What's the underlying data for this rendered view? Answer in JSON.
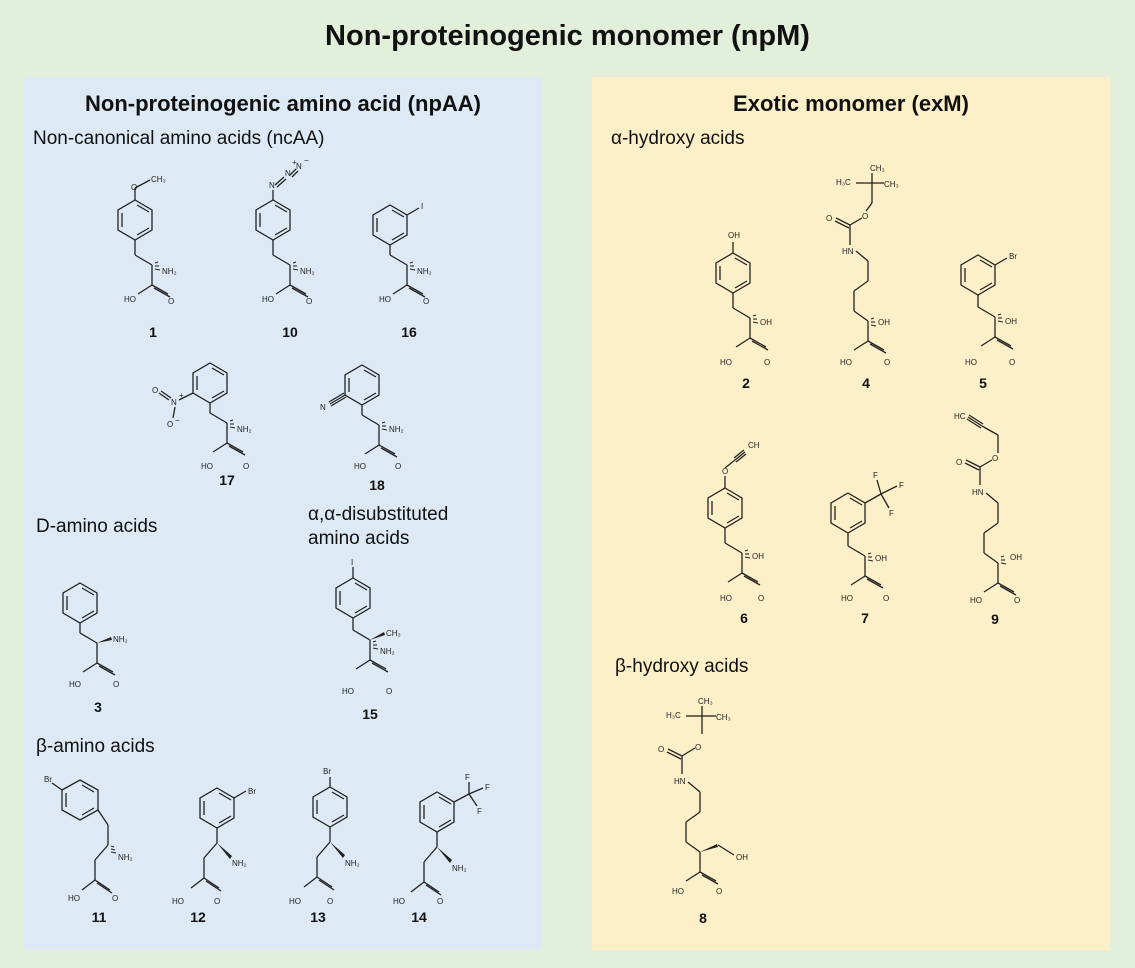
{
  "title": "Non-proteinogenic monomer (npM)",
  "npaa_panel": {
    "title": "Non-proteinogenic amino acid (npAA)",
    "sections": {
      "ncaa": "Non-canonical amino acids (ncAA)",
      "d_amino": "D-amino acids",
      "aa_disubstituted": "α,α-disubstituted\namino acids",
      "beta_amino": "β-amino acids"
    }
  },
  "exm_panel": {
    "title": "Exotic monomer (exM)",
    "sections": {
      "alpha_hydroxy": "α-hydroxy acids",
      "beta_hydroxy": "β-hydroxy acids"
    }
  },
  "colors": {
    "background": "#e2efda",
    "npaa_panel": "#dde9f5",
    "exm_panel": "#fdf0c8"
  },
  "compounds": [
    {
      "number": "1",
      "panel": "npAA",
      "section": "ncAA",
      "substituent": "O-CH3",
      "substituent_position": "para",
      "backbone": "alpha-amino",
      "amine_label": "NH2"
    },
    {
      "number": "10",
      "panel": "npAA",
      "section": "ncAA",
      "substituent": "N=N+=N-",
      "substituent_position": "para",
      "backbone": "alpha-amino",
      "amine_label": "NH2"
    },
    {
      "number": "16",
      "panel": "npAA",
      "section": "ncAA",
      "substituent": "I",
      "substituent_position": "meta",
      "backbone": "alpha-amino",
      "amine_label": "NH2"
    },
    {
      "number": "17",
      "panel": "npAA",
      "section": "ncAA",
      "substituent": "N+(=O)O-",
      "substituent_position": "ortho",
      "backbone": "alpha-amino",
      "amine_label": "NH2"
    },
    {
      "number": "18",
      "panel": "npAA",
      "section": "ncAA",
      "substituent": "C≡N",
      "substituent_position": "ortho",
      "backbone": "alpha-amino",
      "amine_label": "NH2"
    },
    {
      "number": "3",
      "panel": "npAA",
      "section": "D-amino acids",
      "substituent": "",
      "backbone": "alpha-amino (D)",
      "amine_label": "NH2"
    },
    {
      "number": "15",
      "panel": "npAA",
      "section": "α,α-disubstituted amino acids",
      "substituent": "I",
      "substituent_position": "para",
      "backbone": "alpha-methyl alpha-amino",
      "methyl_label": "CH3",
      "amine_label": "NH2"
    },
    {
      "number": "11",
      "panel": "npAA",
      "section": "β-amino acids",
      "substituent": "Br",
      "substituent_position": "para",
      "backbone": "beta-amino",
      "amine_label": "NH2"
    },
    {
      "number": "12",
      "panel": "npAA",
      "section": "β-amino acids",
      "substituent": "Br",
      "substituent_position": "meta",
      "backbone": "beta-amino",
      "amine_label": "NH2"
    },
    {
      "number": "13",
      "panel": "npAA",
      "section": "β-amino acids",
      "substituent": "Br",
      "substituent_position": "para",
      "backbone": "beta-amino",
      "amine_label": "NH2"
    },
    {
      "number": "14",
      "panel": "npAA",
      "section": "β-amino acids",
      "substituent": "CF3",
      "substituent_position": "meta",
      "backbone": "beta-amino",
      "amine_label": "NH2"
    },
    {
      "number": "2",
      "panel": "exM",
      "section": "α-hydroxy acids",
      "substituent": "OH",
      "substituent_position": "para",
      "backbone": "alpha-hydroxy",
      "hydroxy_label": "OH"
    },
    {
      "number": "4",
      "panel": "exM",
      "section": "α-hydroxy acids",
      "side_chain": "(CH2)4-NH-Boc",
      "backbone": "alpha-hydroxy",
      "boc_labels": [
        "H3C",
        "CH3",
        "CH3",
        "O",
        "HN"
      ],
      "hydroxy_label": "OH"
    },
    {
      "number": "5",
      "panel": "exM",
      "section": "α-hydroxy acids",
      "substituent": "Br",
      "substituent_position": "meta",
      "backbone": "alpha-hydroxy",
      "hydroxy_label": "OH"
    },
    {
      "number": "6",
      "panel": "exM",
      "section": "α-hydroxy acids",
      "substituent": "O-C≡CH",
      "substituent_position": "para",
      "backbone": "alpha-hydroxy",
      "hydroxy_label": "OH"
    },
    {
      "number": "7",
      "panel": "exM",
      "section": "α-hydroxy acids",
      "substituent": "CF3",
      "substituent_position": "meta",
      "backbone": "alpha-hydroxy",
      "hydroxy_label": "OH"
    },
    {
      "number": "9",
      "panel": "exM",
      "section": "α-hydroxy acids",
      "side_chain": "(CH2)4-NH-C(=O)-O-CH2-C≡CH",
      "backbone": "alpha-hydroxy",
      "hydroxy_label": "OH"
    },
    {
      "number": "8",
      "panel": "exM",
      "section": "β-hydroxy acids",
      "side_chain": "(CH2)4-NH-Boc",
      "backbone": "beta-hydroxy (CH2OH)",
      "boc_labels": [
        "H3C",
        "CH3",
        "CH3",
        "O",
        "HN"
      ],
      "hydroxy_label": "OH"
    }
  ]
}
